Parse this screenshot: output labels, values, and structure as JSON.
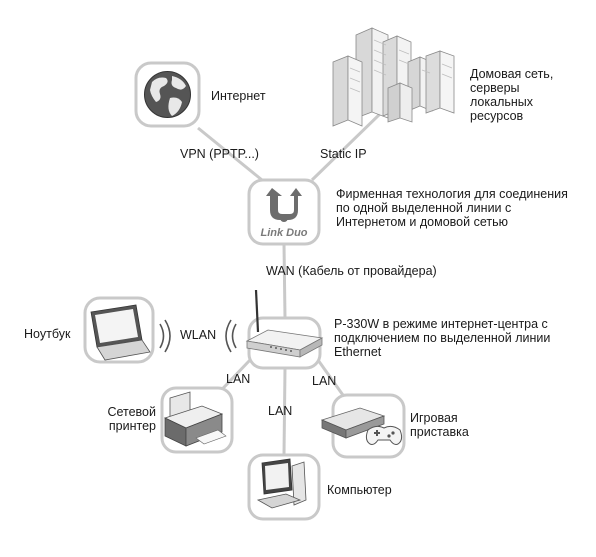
{
  "nodes": {
    "internet": {
      "label": "Интернет"
    },
    "home_network": {
      "label": "Домовая сеть, серверы локальных ресурсов"
    },
    "linkduo": {
      "logo_text": "Link Duo",
      "description": "Фирменная технология для соединения по одной выделенной линии с Интернетом и домовой сетью"
    },
    "router": {
      "description": "P-330W в режиме интернет-центра с подключением по выделенной линии Ethernet"
    },
    "laptop": {
      "label": "Ноутбук"
    },
    "printer": {
      "label": "Сетевой принтер"
    },
    "game_console": {
      "label": "Игровая приставка"
    },
    "computer": {
      "label": "Компьютер"
    }
  },
  "connections": {
    "vpn": "VPN (PPTP...)",
    "static_ip": "Static IP",
    "wan": "WAN (Кабель от провайдера)",
    "wlan": "WLAN",
    "lan_printer": "LAN",
    "lan_computer": "LAN",
    "lan_console": "LAN"
  }
}
